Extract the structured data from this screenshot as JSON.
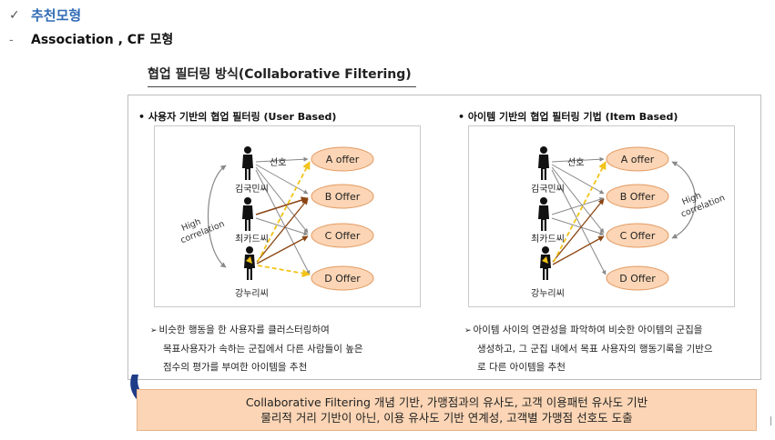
{
  "header": {
    "section": "추천모형",
    "subsection": "Association , CF 모형"
  },
  "main_title": "협업 필터링 방식(Collaborative Filtering)",
  "user_based": {
    "title": "•  사용자 기반의 협업 필터링 (User Based)",
    "users": [
      "김국민씨",
      "최카드씨",
      "강누리씨"
    ],
    "preference_label": "선호",
    "offers": [
      "A offer",
      "B Offer",
      "C Offer",
      "D Offer"
    ],
    "correlation_label": [
      "High",
      "correlation"
    ],
    "description": [
      "비슷한 행동을 한 사용자를 클러스터링하여",
      "목표사용자가 속하는 군집에서 다른 사람들이 높은",
      "점수의 평가를 부여한 아이템을 추천"
    ]
  },
  "item_based": {
    "title": "•  아이템 기반의 협업 필터링 기법 (Item Based)",
    "users": [
      "김국민씨",
      "최카드씨",
      "강누리씨"
    ],
    "preference_label": "선호",
    "offers": [
      "A offer",
      "B Offer",
      "C Offer",
      "D Offer"
    ],
    "correlation_label": [
      "High",
      "correlation"
    ],
    "description": [
      "아이템 사이의 연관성을 파악하여 비슷한 아이템의 군집을",
      "생성하고, 그 군집 내에서 목표 사용자의 행동기록을 기반으",
      "로 다른 아이템을 추천"
    ]
  },
  "summary": {
    "line1": "Collaborative Filtering 개념 기반, 가맹점과의 유사도, 고객 이용패턴 유사도 기반",
    "line2": "물리적 거리 기반이 아닌, 이용 유사도 기반 연계성, 고객별 가맹점 선호도 도출"
  },
  "colors": {
    "accent_blue": "#2e6bb7",
    "offer_fill": "#fbd5b5",
    "offer_stroke": "#e39a61",
    "dashed_yellow": "#f2c318",
    "brown_arrow": "#8b4513",
    "summary_arrow": "#1f3c88"
  }
}
